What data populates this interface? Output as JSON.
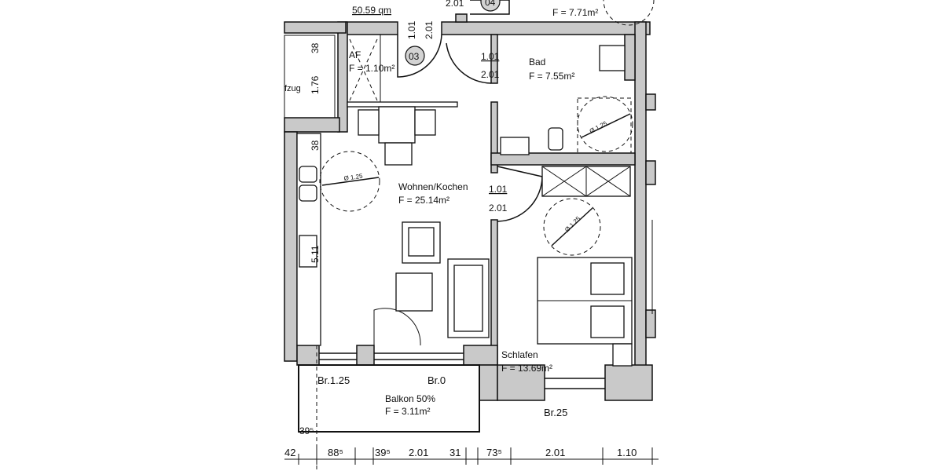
{
  "plan": {
    "total_area": "50.59 qm",
    "top_door_height": "2.01",
    "door_tags": [
      "04",
      "03"
    ],
    "flur_area": "F = 7.71m²",
    "entry_door": {
      "width": "1.01",
      "height": "2.01"
    },
    "rooms": {
      "af": {
        "name": "AF",
        "area": "F = 1.10m²"
      },
      "bad": {
        "name": "Bad",
        "area": "F = 7.55m²"
      },
      "wohnen": {
        "name": "Wohnen/Kochen",
        "area": "F = 25.14m²"
      },
      "schlafen": {
        "name": "Schlafen",
        "area": "F = 13.69m²"
      },
      "balkon": {
        "name": "Balkon 50%",
        "area": "F = 3.11m²"
      }
    },
    "bad_door": {
      "width": "1.01",
      "height": "2.01"
    },
    "schlafen_door": {
      "width": "1.01",
      "height": "2.01"
    },
    "turning_circle": "Ø 1.25",
    "elevator_label": "fzug",
    "elevator_dims": [
      "38",
      "1.76",
      "38"
    ],
    "kitchen_dim": "5.11",
    "windows": {
      "balcony_left": "Br.1.25",
      "balcony_door": "Br.0",
      "schlafen": "Br.25"
    },
    "balcony_dim": "39⁵",
    "bottom_dims": [
      "42",
      "88⁵",
      "39⁵",
      "2.01",
      "31",
      "73⁵",
      "2.01",
      "1.10"
    ]
  },
  "colors": {
    "wall": "#c9c9c9",
    "line": "#111111"
  }
}
